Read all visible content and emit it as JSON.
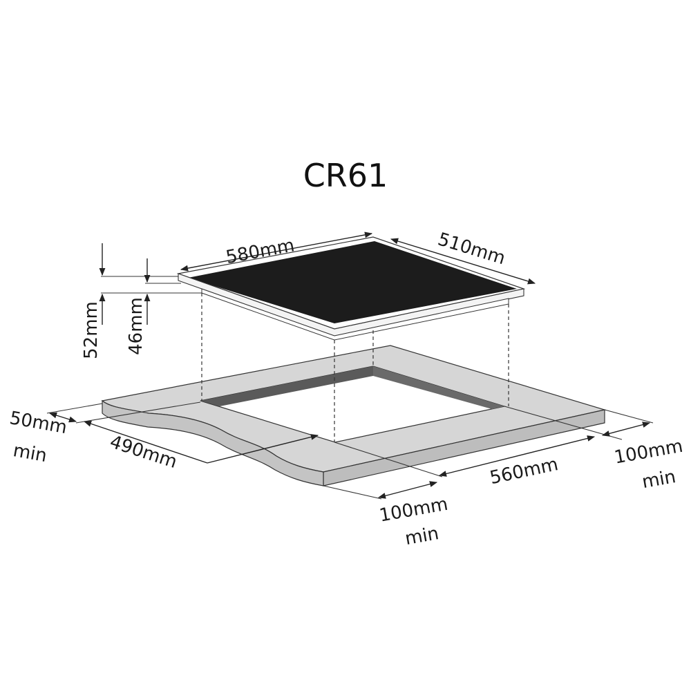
{
  "title": "CR61",
  "hob": {
    "width_label": "580mm",
    "depth_label": "510mm",
    "total_height_label": "52mm",
    "built_in_height_label": "46mm"
  },
  "cutout": {
    "width_label": "560mm",
    "depth_label": "490mm"
  },
  "clearances": {
    "back": {
      "value": "50mm",
      "suffix": "min"
    },
    "side": {
      "value": "100mm",
      "suffix": "min"
    },
    "front": {
      "value": "100mm",
      "suffix": "min"
    }
  },
  "colors": {
    "glass": "#1c1c1c",
    "frame": "#ffffff",
    "countertop_top": "#d6d6d6",
    "countertop_edge": "#b9b9b9",
    "cutout_wall": "#5a5a5a",
    "line": "#222222"
  }
}
